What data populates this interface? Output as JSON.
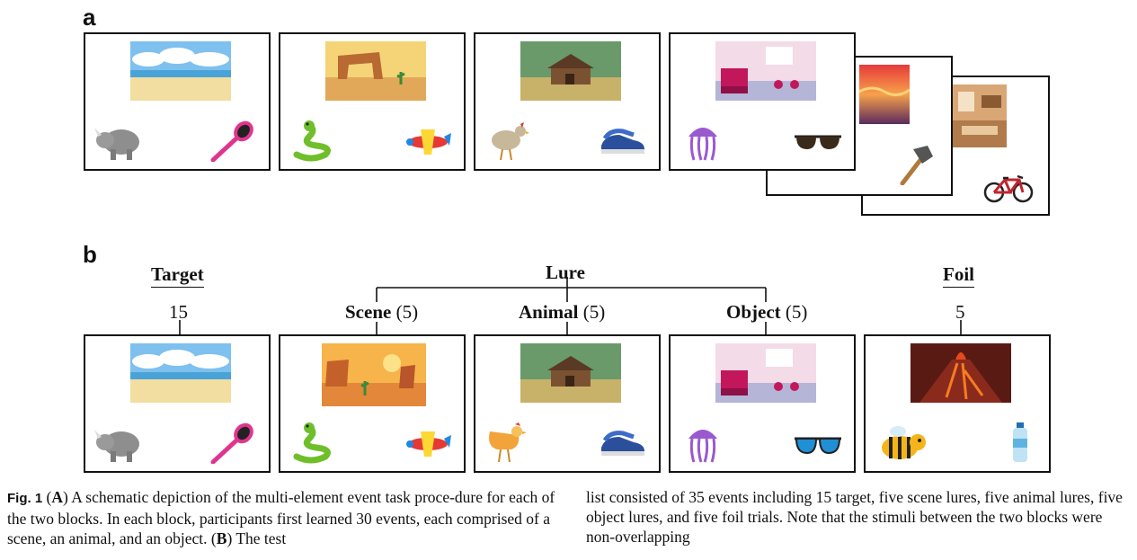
{
  "panels": {
    "a_label": "a",
    "b_label": "b"
  },
  "panel_b": {
    "target_label": "Target",
    "target_count": "15",
    "lure_label": "Lure",
    "scene_label": "Scene",
    "scene_count": "(5)",
    "animal_label": "Animal",
    "animal_count": "(5)",
    "object_label": "Object",
    "object_count": "(5)",
    "foil_label": "Foil",
    "foil_count": "5"
  },
  "caption": {
    "fig_label": "Fig. 1",
    "left_parts": [
      " (",
      "A",
      ") A schematic depiction of the multi-element event task proce-dure for each of the two blocks. In each block, participants first learned 30 events, each comprised of a scene, an animal, and an object. (",
      "B",
      ") The test"
    ],
    "right_text": "list consisted of 35 events including 15 target, five scene lures, five animal lures, five object lures, and five foil trials. Note that the stimuli between the two blocks were non-overlapping"
  },
  "icons": {
    "cards_a": [
      {
        "scene": "beach-scene",
        "animal": "rhino-icon",
        "object": "hairbrush-icon"
      },
      {
        "scene": "desert-arch-scene",
        "animal": "snake-icon",
        "object": "toy-plane-icon"
      },
      {
        "scene": "farm-barn-scene",
        "animal": "chicken-icon",
        "object": "sneakers-icon"
      },
      {
        "scene": "diner-scene",
        "animal": "jellyfish-icon",
        "object": "sunglasses-icon"
      },
      {
        "scene": "sunset-scene",
        "object": "hammer-icon"
      },
      {
        "scene": "kitchen-scene",
        "object": "bicycle-icon"
      }
    ],
    "cards_b": [
      {
        "scene": "beach-scene",
        "animal": "rhino-icon",
        "object": "hairbrush-icon"
      },
      {
        "scene": "desert-canyon-scene",
        "animal": "snake-icon",
        "object": "toy-plane-icon"
      },
      {
        "scene": "farm-barn-scene",
        "animal": "rooster-icon",
        "object": "sneakers-icon"
      },
      {
        "scene": "diner-scene",
        "animal": "jellyfish-icon",
        "object": "blue-sunglasses-icon"
      },
      {
        "scene": "volcano-scene",
        "animal": "bee-icon",
        "object": "water-bottle-icon"
      }
    ]
  },
  "colors": {
    "frame": "#111111",
    "sky": "#7ec0ee",
    "sand": "#f1dea0",
    "brush": "#e0358f",
    "snake": "#6fbf2a",
    "jellyfish": "#9b59d0",
    "shoe": "#2b4f9b",
    "lava": "#c0392b"
  }
}
